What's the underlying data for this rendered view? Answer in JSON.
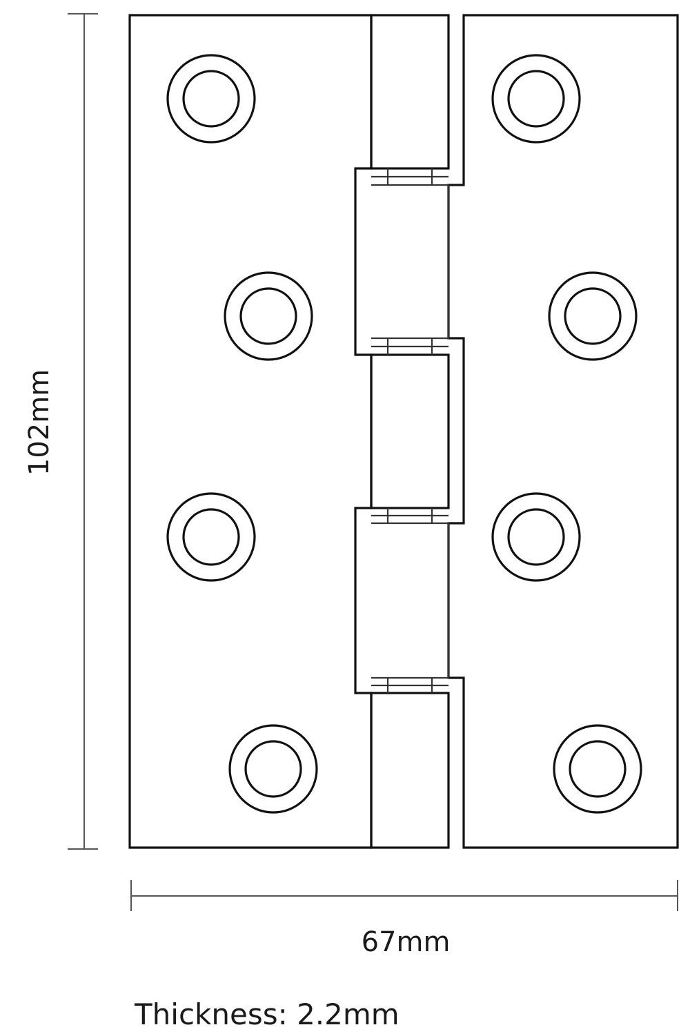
{
  "diagram": {
    "height_label": "102mm",
    "width_label": "67mm",
    "thickness_label": "Thickness: 2.2mm",
    "line_color": "#111111",
    "background": "#ffffff"
  }
}
